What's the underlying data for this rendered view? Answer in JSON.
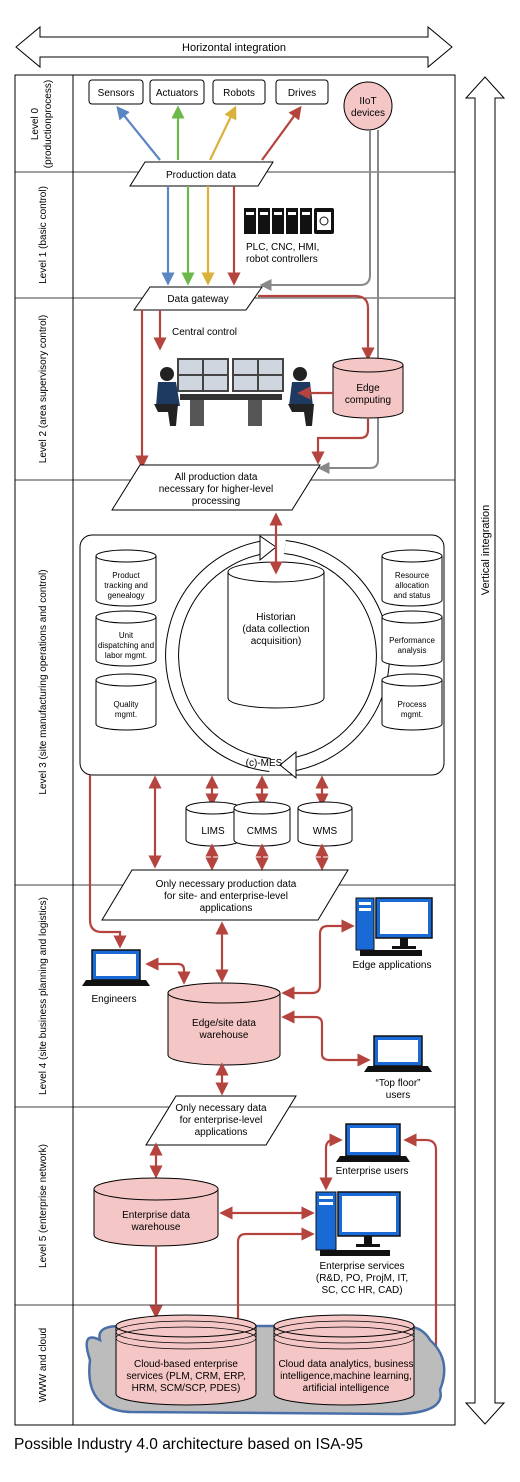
{
  "horizontal_integration": "Horizontal integration",
  "vertical_integration": "Vertical integration",
  "levels": {
    "l0_line1": "Level 0",
    "l0_line2": "(productionprocess)",
    "l1": "Level 1 (basic control)",
    "l2": "Level 2 (area supervisory control)",
    "l3": "Level 3 (site manufacturing operations and control)",
    "l4": "Level 4 (site business planning and logistics)",
    "l5": "Level 5 (enterprise network)",
    "l6": "WWW and cloud"
  },
  "level0": {
    "sensors": "Sensors",
    "actuators": "Actuators",
    "robots": "Robots",
    "drives": "Drives",
    "iiot_line1": "IIoT",
    "iiot_line2": "devices",
    "production_data": "Production data"
  },
  "level1": {
    "plc_line1": "PLC, CNC, HMI,",
    "plc_line2": "robot controllers"
  },
  "level2": {
    "data_gateway": "Data gateway",
    "central_control": "Central control",
    "edge_line1": "Edge",
    "edge_line2": "computing",
    "all_data_line1": "All production data",
    "all_data_line2": "necessary for higher-level",
    "all_data_line3": "processing"
  },
  "level3": {
    "product_tracking": [
      "Product",
      "tracking and",
      "genealogy"
    ],
    "unit_dispatching": [
      "Unit",
      "dispatching and",
      "labor mgmt."
    ],
    "quality": [
      "Quality",
      "mgmt."
    ],
    "resource": [
      "Resource",
      "allocation",
      "and status"
    ],
    "performance": [
      "Performance",
      "analysis"
    ],
    "process": [
      "Process",
      "mgmt."
    ],
    "historian": [
      "Historian",
      "(data collection",
      "acquisition)"
    ],
    "mes": "(c)-MES",
    "lims": "LIMS",
    "cmms": "CMMS",
    "wms": "WMS",
    "only_necessary": [
      "Only necessary production data",
      "for site- and enterprise-level",
      "applications"
    ]
  },
  "level4": {
    "edge_applications": "Edge applications",
    "engineers": "Engineers",
    "warehouse": [
      "Edge/site data",
      "warehouse"
    ],
    "top_floor": [
      "“Top floor”",
      "users"
    ],
    "only_data": [
      "Only necessary data",
      "for enterprise-level",
      "applications"
    ]
  },
  "level5": {
    "enterprise_users": "Enterprise users",
    "enterprise_warehouse": [
      "Enterprise data",
      "warehouse"
    ],
    "enterprise_services": [
      "Enterprise services",
      "(R&D, PO, ProjM, IT,",
      "SC, CC HR, CAD)"
    ]
  },
  "cloud": {
    "cloud_services": [
      "Cloud-based enterprise",
      "services (PLM, CRM, ERP,",
      "HRM, SCM/SCP, PDES)"
    ],
    "cloud_analytics": [
      "Cloud data analytics, business",
      "intelligence,machine learning,",
      "artificial intelligence"
    ]
  },
  "caption": "Possible Industry 4.0 architecture based on ISA-95",
  "colors": {
    "red": "#b5443f",
    "blue": "#5b86c4",
    "green": "#6cb84a",
    "yellow": "#d9b13b",
    "pink": "#f5c6c6",
    "gray": "#888888",
    "screen": "#1a6ad6"
  }
}
